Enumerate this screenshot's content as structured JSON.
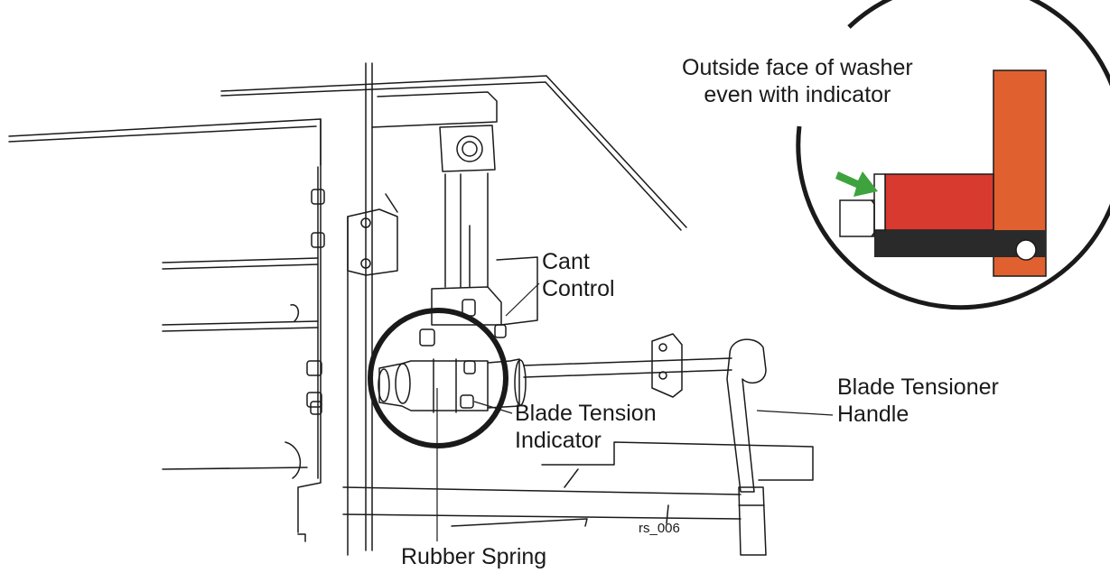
{
  "callouts": {
    "inset_note_line1": "Outside face of washer",
    "inset_note_line2": "even with indicator",
    "cant_control_line1": "Cant",
    "cant_control_line2": "Control",
    "blade_tension_indicator_line1": "Blade Tension",
    "blade_tension_indicator_line2": "Indicator",
    "blade_tensioner_handle_line1": "Blade Tensioner",
    "blade_tensioner_handle_line2": "Handle",
    "rubber_spring": "Rubber Spring",
    "figure_id": "rs_006"
  },
  "colors": {
    "line": "#1a1a1a",
    "inset_plate": "#e06030",
    "inset_block": "#d93a2f",
    "inset_base": "#2a2a2a",
    "arrow": "#3ea33e"
  }
}
